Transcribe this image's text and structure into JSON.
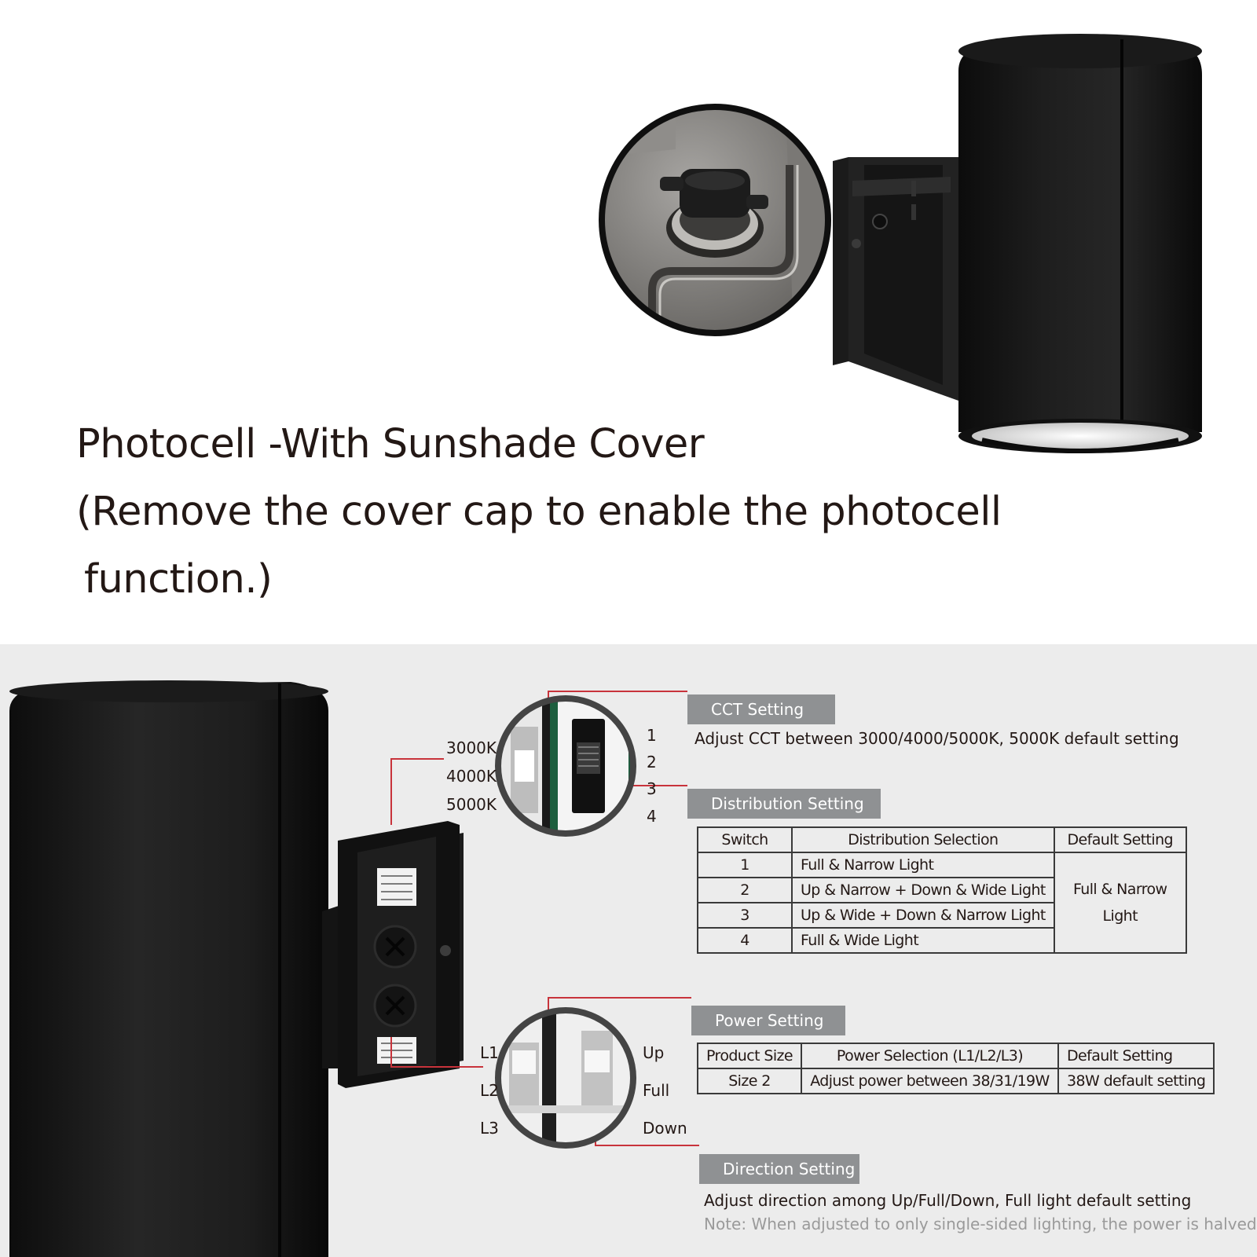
{
  "photocell": {
    "title": "Photocell -With Sunshade Cover",
    "subtitle_line1": "(Remove the cover cap to enable the photocell",
    "subtitle_line2": "function.)"
  },
  "cct": {
    "tag": "CCT Setting",
    "description": "Adjust CCT between 3000/4000/5000K, 5000K default setting",
    "options": [
      "3000K",
      "4000K",
      "5000K"
    ],
    "switch_numbers": [
      "1",
      "2",
      "3",
      "4"
    ]
  },
  "distribution": {
    "tag": "Distribution Setting",
    "headers": [
      "Switch",
      "Distribution Selection",
      "Default Setting"
    ],
    "rows": [
      {
        "switch": "1",
        "selection": "Full & Narrow Light"
      },
      {
        "switch": "2",
        "selection": "Up & Narrow + Down & Wide Light"
      },
      {
        "switch": "3",
        "selection": "Up & Wide + Down & Narrow Light"
      },
      {
        "switch": "4",
        "selection": "Full & Wide Light"
      }
    ],
    "default_line1": "Full & Narrow",
    "default_line2": "Light"
  },
  "power": {
    "tag": "Power Setting",
    "levels": [
      "L1",
      "L2",
      "L3"
    ],
    "headers": [
      "Product Size",
      "Power Selection (L1/L2/L3)",
      "Default Setting"
    ],
    "row": {
      "size": "Size 2",
      "selection": "Adjust power between 38/31/19W",
      "default": "38W default setting"
    }
  },
  "direction": {
    "tag": "Direction Setting",
    "options": [
      "Up",
      "Full",
      "Down"
    ],
    "description": "Adjust direction among Up/Full/Down, Full light default setting",
    "note": "Note: When adjusted to only single-sided lighting, the power is halved."
  },
  "colors": {
    "tag_bg": "#8f9193",
    "leader_line": "#c8333b",
    "fixture": "#161616",
    "bottom_bg": "#ececec"
  }
}
